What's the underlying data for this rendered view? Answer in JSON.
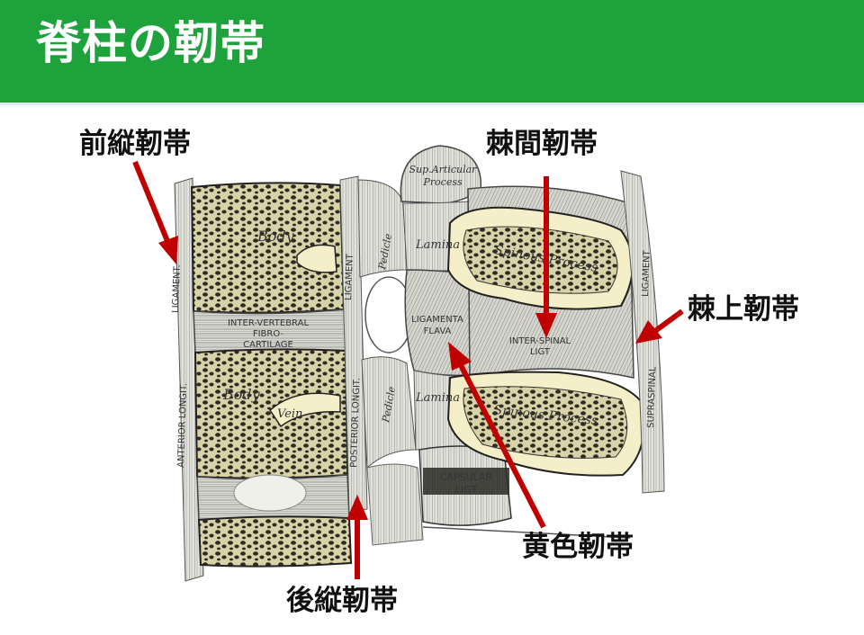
{
  "title": "脊柱の靭帯",
  "callouts": {
    "anterior": "前縦靭帯",
    "interspinous": "棘間靭帯",
    "supraspinous": "棘上靭帯",
    "flavum": "黄色靭帯",
    "posterior": "後縦靭帯"
  },
  "figure_labels": {
    "sup_articular_1": "Sup.Articular",
    "sup_articular_2": "Process",
    "body_upper": "Body",
    "body_lower": "Body",
    "lamina_upper": "Lamina",
    "lamina_lower": "Lamina",
    "pedicle_upper": "Pedicle",
    "pedicle_lower": "Pedicle",
    "spinous_upper": "Spinous  Process",
    "spinous_lower": "Spinous  Process",
    "ligamenta_1": "LIGAMENTA",
    "ligamenta_2": "FLAVA",
    "interspinal_1": "INTER-SPINAL",
    "interspinal_2": "LIGT",
    "capsular_1": "CAPSULAR",
    "capsular_2": "LIGT",
    "disc_1": "INTER-VERTEBRAL",
    "disc_2": "FIBRO-",
    "disc_3": "CARTILAGE",
    "anterior_lig_1": "ANTERIOR  LONGIT.",
    "anterior_lig_2": "LIGAMENT.",
    "posterior_lig_1": "POSTERIOR  LONGIT.",
    "posterior_lig_2": "LIGAMENT",
    "supraspinous_lig_1": "SUPRASPINAL",
    "supraspinous_lig_2": "LIGAMENT",
    "vein": "Vein"
  },
  "colors": {
    "header": "#1ea33c",
    "arrow": "#c00000",
    "bone": "#f4efc8"
  }
}
